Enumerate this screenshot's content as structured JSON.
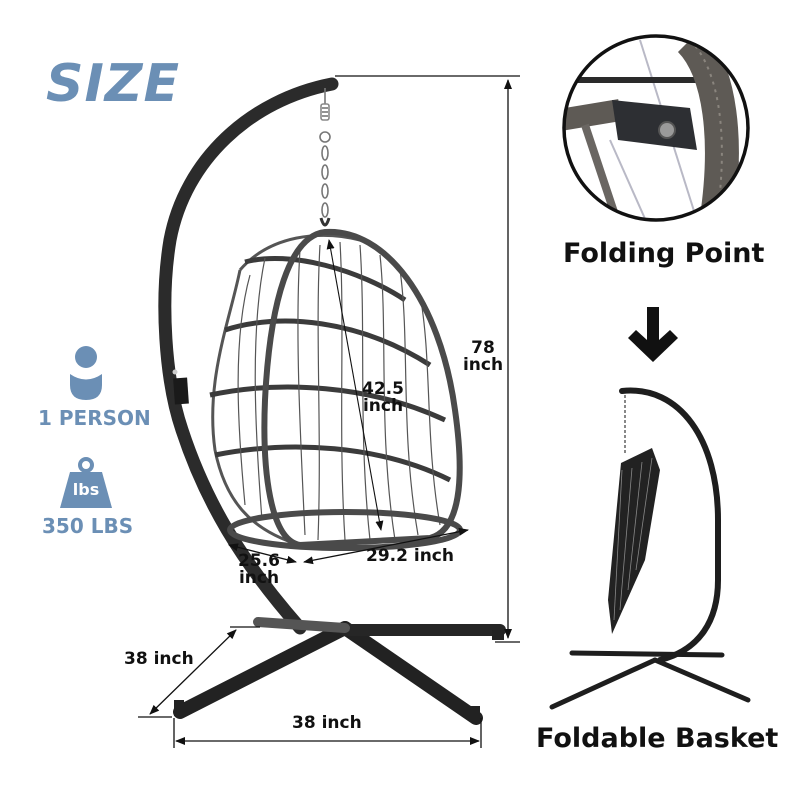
{
  "title": "SIZE",
  "specs": {
    "capacity_label": "1 PERSON",
    "weight_icon_text": "lbs",
    "weight_label": "350 LBS"
  },
  "dimensions": {
    "total_height": {
      "value": "78",
      "unit": "inch"
    },
    "basket_height": {
      "value": "42.5",
      "unit": "inch"
    },
    "basket_depth": {
      "value": "25.6",
      "unit": "inch"
    },
    "basket_width": {
      "value": "29.2",
      "unit": "inch",
      "label": "29.2 inch"
    },
    "base_depth": {
      "label": "38 inch"
    },
    "base_width": {
      "label": "38 inch"
    }
  },
  "features": {
    "folding_point_caption": "Folding Point",
    "foldable_basket_caption": "Foldable Basket"
  },
  "colors": {
    "accent": "#6b8fb5",
    "frame": "#2b2b2b",
    "text": "#111111"
  }
}
